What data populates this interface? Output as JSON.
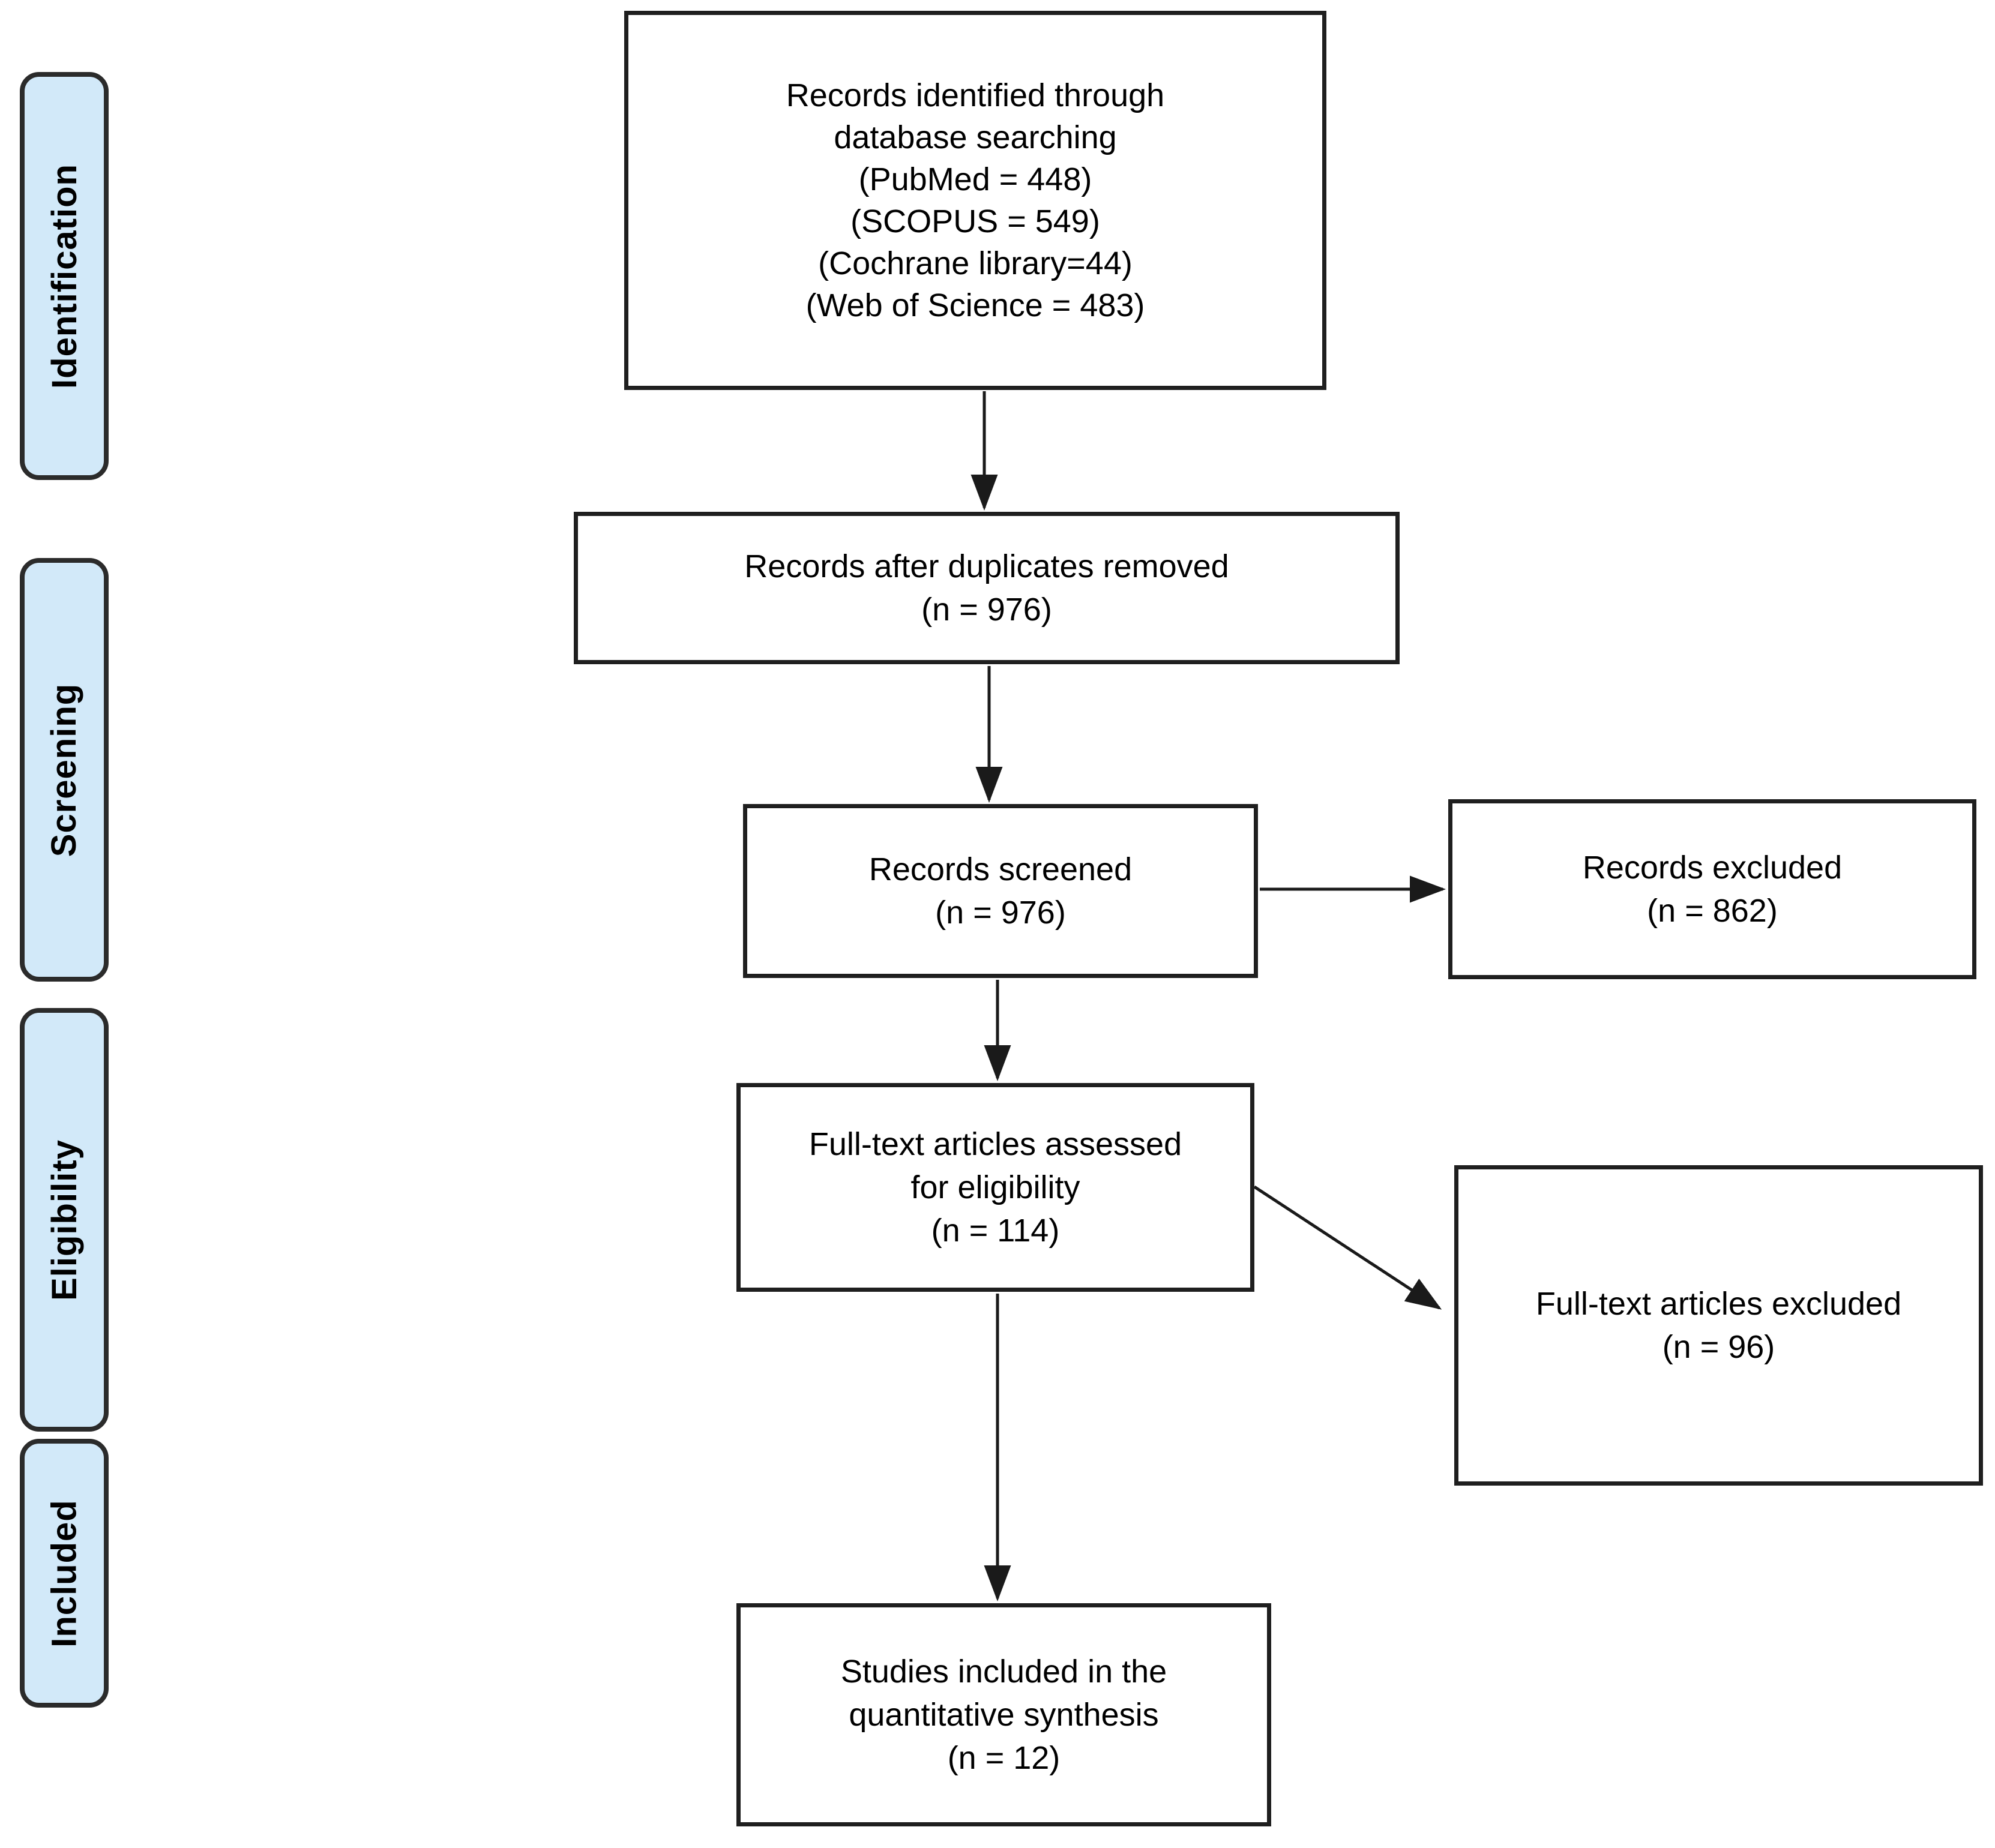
{
  "figure": {
    "type": "flowchart",
    "name": "PRISMA study selection flow diagram"
  },
  "stages": [
    {
      "id": "identification",
      "label": "Identification"
    },
    {
      "id": "screening",
      "label": "Screening"
    },
    {
      "id": "eligibility",
      "label": "Eligibility"
    },
    {
      "id": "included",
      "label": "Included"
    }
  ],
  "boxes": {
    "identified": {
      "lines": [
        "Records identified through",
        "database searching",
        "(PubMed = 448)",
        "(SCOPUS = 549)",
        "(Cochrane library=44)",
        "(Web of Science = 483)"
      ]
    },
    "after_duplicates": {
      "lines": [
        "Records after duplicates removed",
        "(n = 976)"
      ]
    },
    "screened": {
      "lines": [
        "Records screened",
        "(n = 976)"
      ]
    },
    "records_excluded": {
      "lines": [
        "Records excluded",
        "(n = 862)"
      ]
    },
    "fulltext_assessed": {
      "lines": [
        "Full-text articles assessed",
        "for eligibility",
        "(n = 114)"
      ]
    },
    "fulltext_excluded": {
      "lines": [
        "Full-text articles excluded",
        "(n = 96)"
      ]
    },
    "included_synthesis": {
      "lines": [
        "Studies included in the",
        "quantitative synthesis",
        "(n = 12)"
      ]
    }
  },
  "edges": [
    {
      "from": "identified",
      "to": "after_duplicates"
    },
    {
      "from": "after_duplicates",
      "to": "screened"
    },
    {
      "from": "screened",
      "to": "records_excluded"
    },
    {
      "from": "screened",
      "to": "fulltext_assessed"
    },
    {
      "from": "fulltext_assessed",
      "to": "fulltext_excluded"
    },
    {
      "from": "fulltext_assessed",
      "to": "included_synthesis"
    }
  ],
  "colors": {
    "stage_fill": "#d2e9f9",
    "stage_border": "#2b2b2b",
    "box_border": "#1f1f1f",
    "arrow": "#1a1a1a",
    "text": "#000000",
    "background": "#ffffff"
  }
}
